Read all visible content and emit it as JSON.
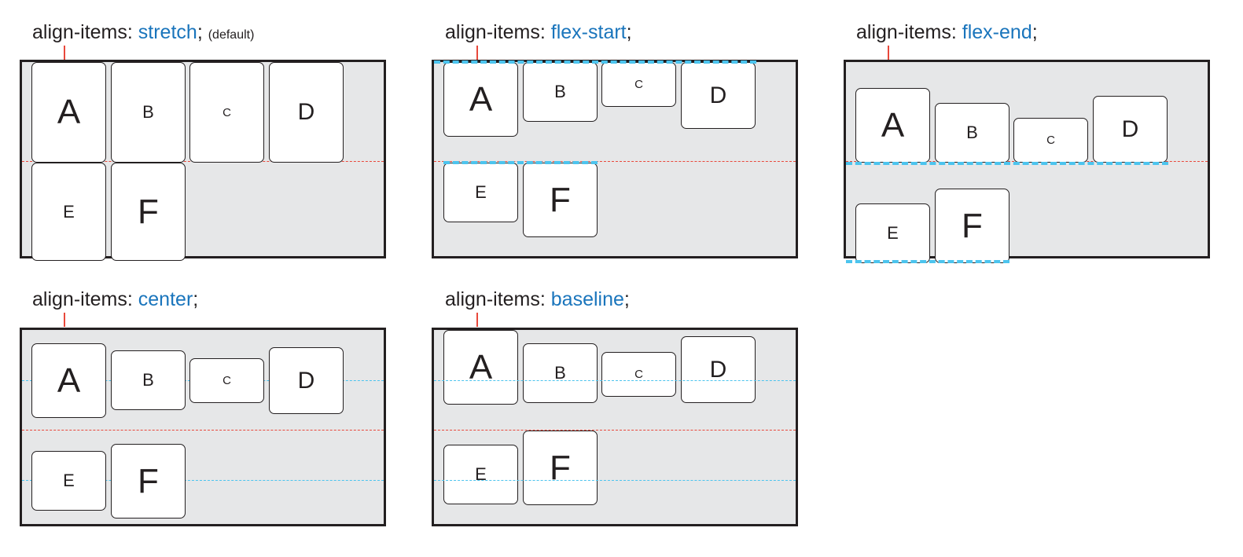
{
  "panels": [
    {
      "id": "stretch",
      "prop_label": "align-items:",
      "value_label": "stretch",
      "suffix": ";",
      "note": "(default)",
      "items": [
        "A",
        "B",
        "C",
        "D",
        "E",
        "F"
      ]
    },
    {
      "id": "flex-start",
      "prop_label": "align-items:",
      "value_label": "flex-start",
      "suffix": ";",
      "items": [
        "A",
        "B",
        "C",
        "D",
        "E",
        "F"
      ]
    },
    {
      "id": "flex-end",
      "prop_label": "align-items:",
      "value_label": "flex-end",
      "suffix": ";",
      "items": [
        "A",
        "B",
        "C",
        "D",
        "E",
        "F"
      ]
    },
    {
      "id": "center",
      "prop_label": "align-items:",
      "value_label": "center",
      "suffix": ";",
      "items": [
        "A",
        "B",
        "C",
        "D",
        "E",
        "F"
      ]
    },
    {
      "id": "baseline",
      "prop_label": "align-items:",
      "value_label": "baseline",
      "suffix": ";",
      "items": [
        "A",
        "B",
        "C",
        "D",
        "E",
        "F"
      ]
    }
  ],
  "colors": {
    "container_fill": "#e6e7e8",
    "container_border": "#231f20",
    "value_text": "#1a75bc",
    "line_divider": "#e8483b",
    "line_alignment": "#4cc4ee"
  }
}
